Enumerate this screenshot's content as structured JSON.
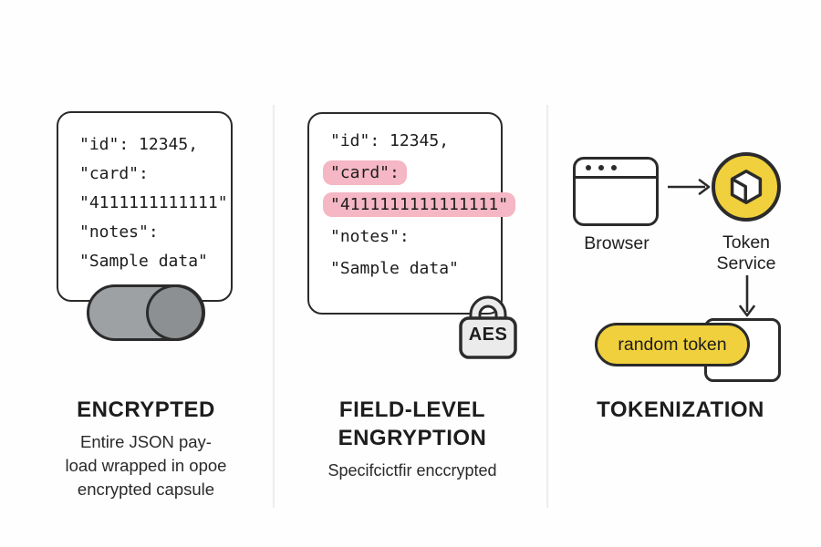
{
  "colors": {
    "outline": "#2b2b2b",
    "yellow": "#F0D03C",
    "pink_highlight": "#F4B7C3",
    "capsule_gray": "#9EA1A4",
    "capsule_circle_gray": "#8C9093",
    "lock_gray": "#EBEBEB",
    "background": "#FFFFFF"
  },
  "icons": {
    "browser": "browser-window-icon",
    "token_service": "cube-icon",
    "lock": "padlock-icon",
    "capsule": "capsule-icon",
    "arrow_right": "arrow-right-icon",
    "arrow_down": "arrow-down-icon"
  },
  "panel_encrypted": {
    "heading": "ENCRYPTED",
    "caption_line1": "Entire JSON pay-",
    "caption_line2": "load wrapped in opoe",
    "caption_line3": "encrypted capsule",
    "code_line1": "\"id\": 12345,",
    "code_line2": "\"card\":",
    "code_line3": "\"4111111111111\"",
    "code_line4": "\"notes\":",
    "code_line5": "\"Sample data\""
  },
  "panel_field_level": {
    "heading_line1": "FIELD-LEVEL",
    "heading_line2": "ENGRYPTION",
    "caption": "Specifcictfir enccrypted",
    "code_line1": "\"id\": 12345,",
    "code_line2": "\"card\":",
    "code_line3": "\"4111111111111111\"",
    "code_line4": "\"notes\":",
    "code_line5": "\"Sample data\"",
    "lock_label": "AES"
  },
  "panel_tokenization": {
    "heading": "TOKENIZATION",
    "browser_label": "Browser",
    "service_label_line1": "Token",
    "service_label_line2": "Service",
    "token_label": "random token"
  }
}
